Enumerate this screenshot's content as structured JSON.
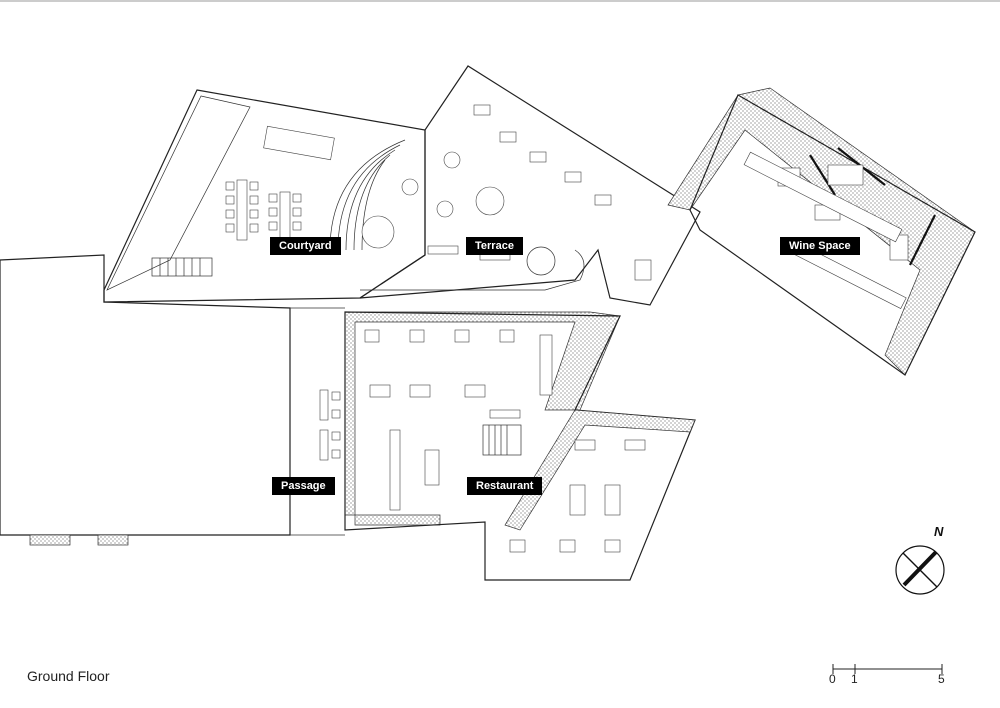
{
  "title": "Ground Floor",
  "rooms": {
    "courtyard": "Courtyard",
    "terrace": "Terrace",
    "wine_space": "Wine Space",
    "passage": "Passage",
    "restaurant": "Restaurant"
  },
  "north": "N",
  "scale": {
    "zero": "0",
    "one": "1",
    "five": "5"
  }
}
